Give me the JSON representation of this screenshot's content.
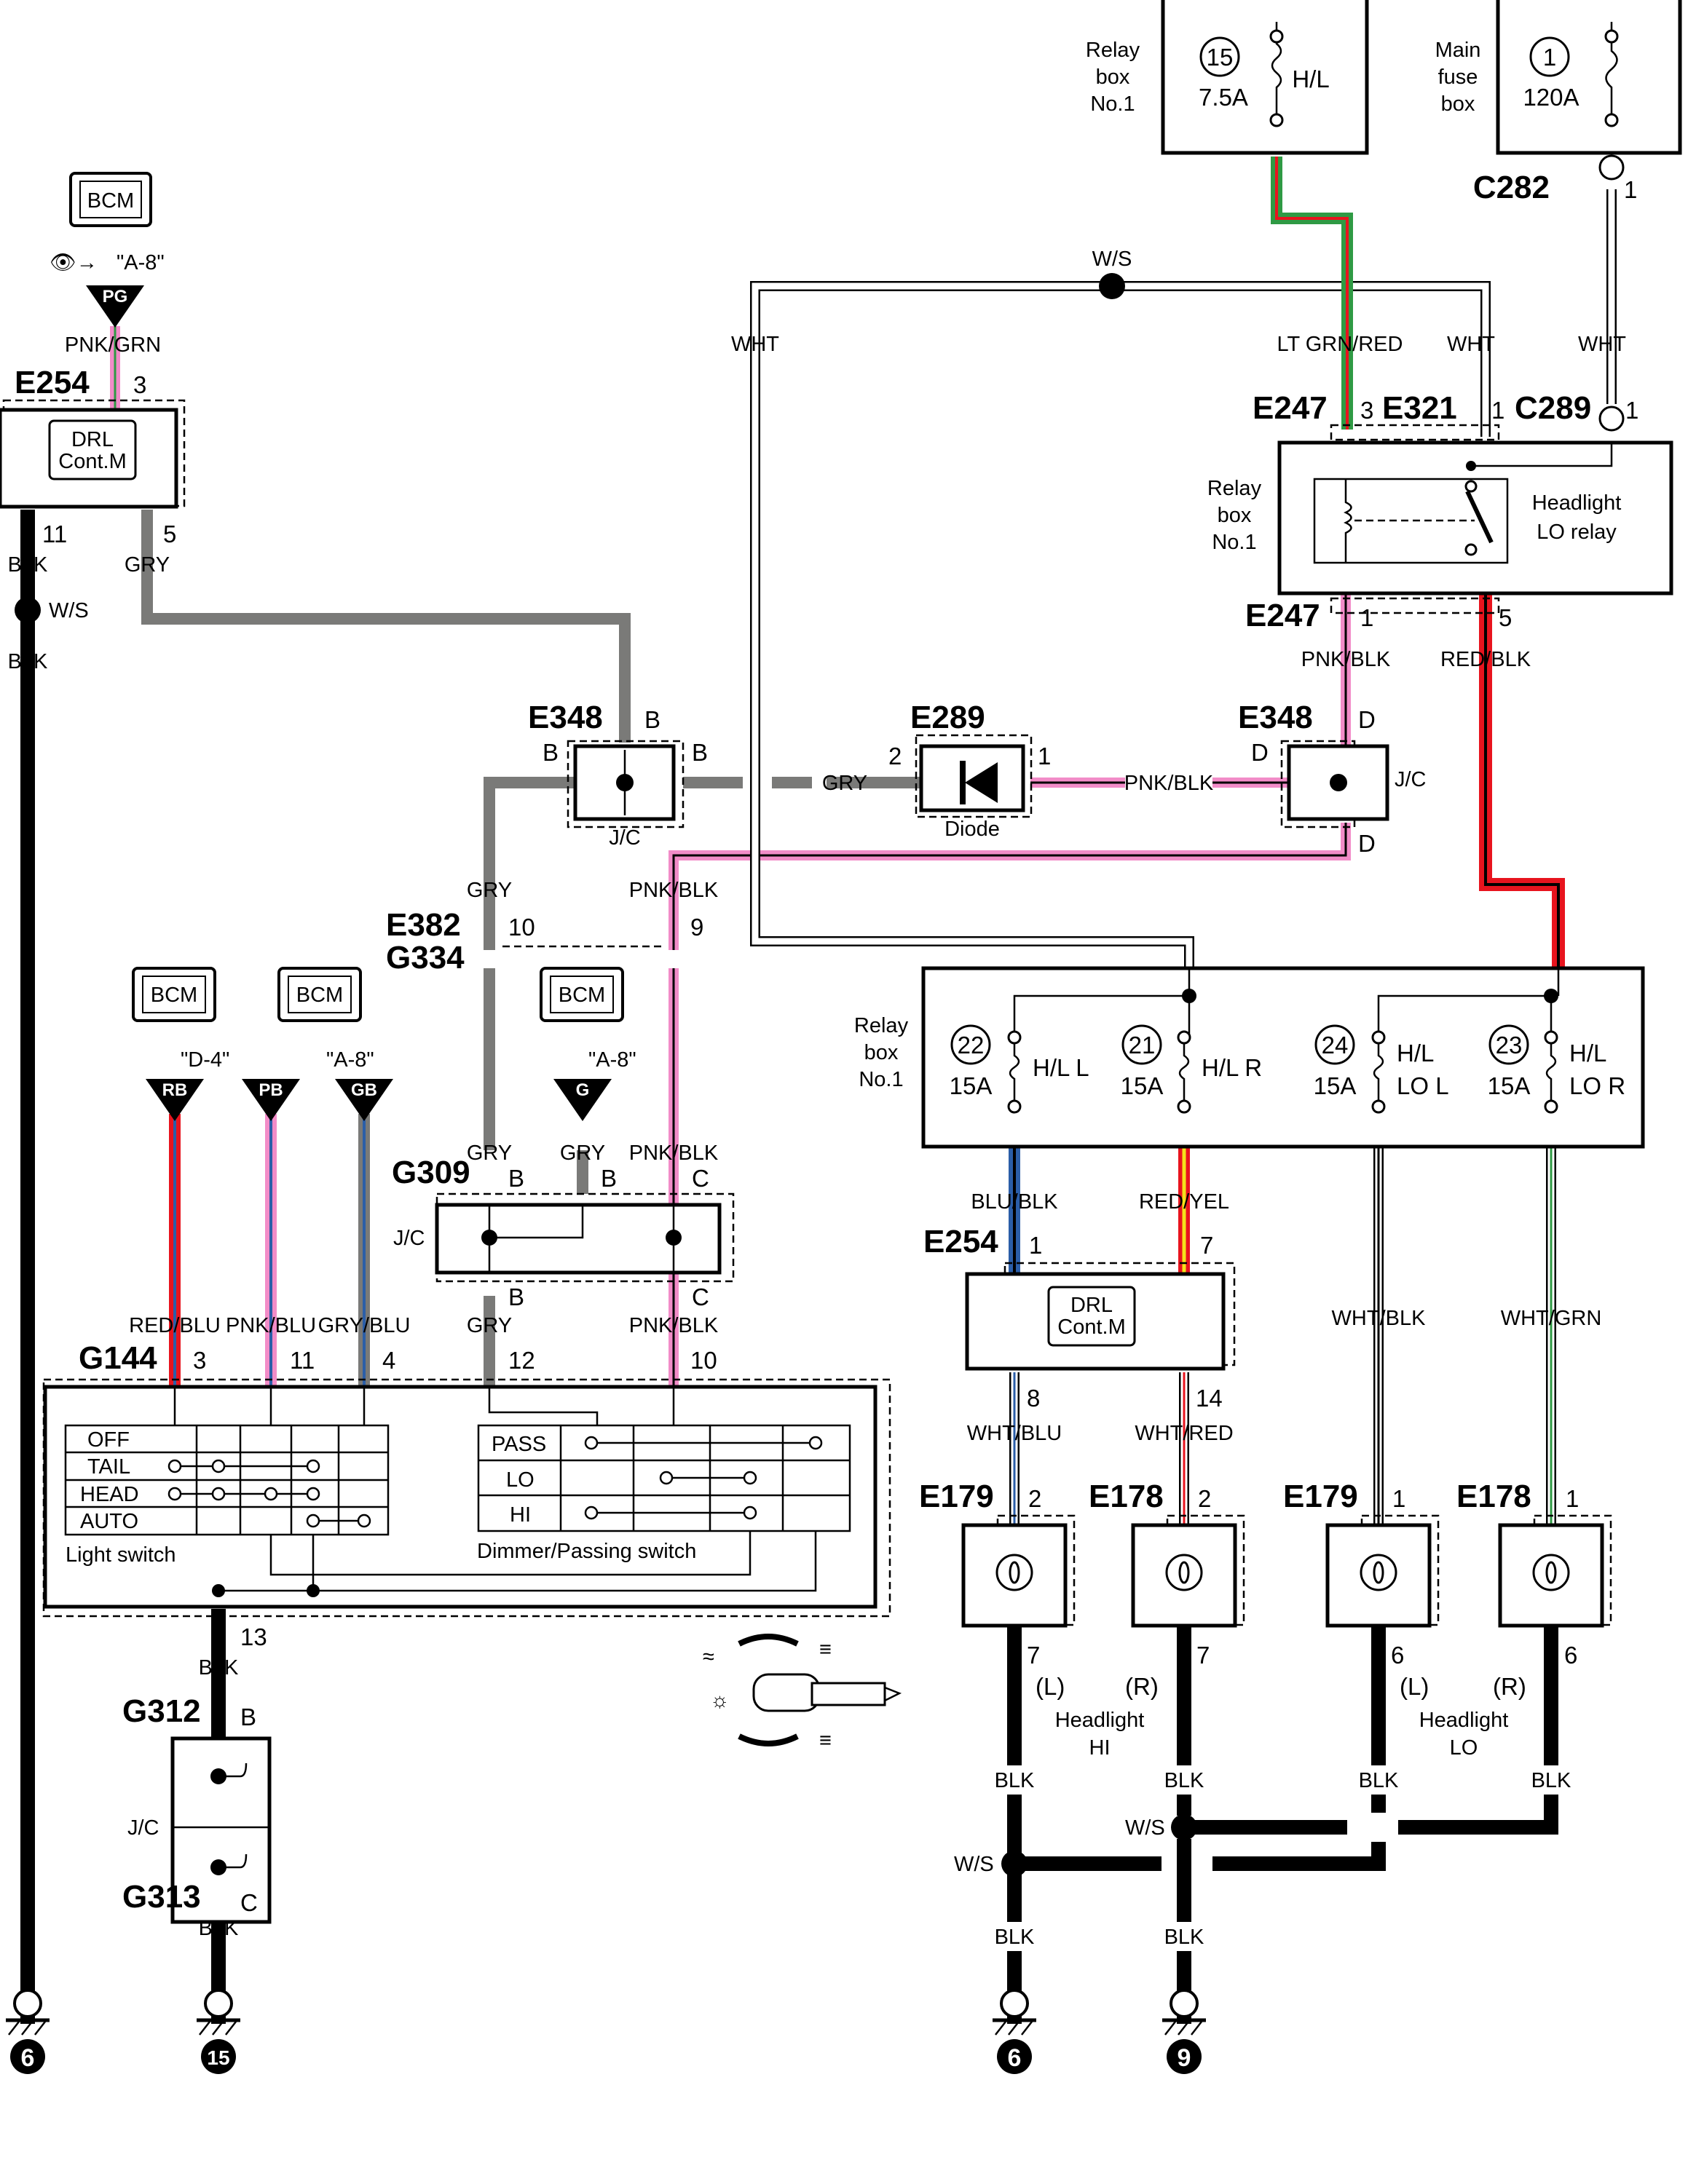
{
  "colors": {
    "wire_blk": "#000000",
    "wire_gry": "#7a7a78",
    "wire_pnk": "#f28cc8",
    "wire_red": "#e8141e",
    "wire_grn": "#2f9a44",
    "wire_blu": "#2b5ea8",
    "wire_yel": "#f5e31a"
  },
  "top": {
    "relay_box": {
      "label": "Relay\nbox\nNo.1",
      "fuse_no": "15",
      "amp": "7.5A",
      "name": "H/L"
    },
    "main_fuse": {
      "label": "Main\nfuse\nbox",
      "fuse_no": "1",
      "amp": "120A"
    },
    "c282": {
      "id": "C282",
      "pin": "1"
    },
    "c289": {
      "id": "C289",
      "pin": "1"
    },
    "splice_ws": "W/S",
    "wire_wht_left": "WHT",
    "wire_ltgrn": "LT GRN/RED",
    "wire_wht_mid": "WHT",
    "wire_wht_right": "WHT"
  },
  "left": {
    "bcm": "BCM",
    "bcm_ref": "\"A-8\"",
    "bcm_term": "PG",
    "wire_pg": "PNK/GRN",
    "e254_id": "E254",
    "e254_pin3": "3",
    "drl": "DRL\nCont.M",
    "pin11": "11",
    "pin5": "5",
    "wire_blk1": "BLK",
    "wire_gry1": "GRY",
    "ws": "W/S",
    "wire_blk2": "BLK",
    "ground": "6"
  },
  "relay_lo": {
    "e247_top": "E247",
    "e247_pin3": "3",
    "e321": "E321",
    "e321_pin1": "1",
    "box_label": "Relay\nbox\nNo.1",
    "relay_label": "Headlight\nLO relay",
    "e247_bot": "E247",
    "pin1": "1",
    "pin5": "5",
    "wire_pnkblk": "PNK/BLK",
    "wire_redblk": "RED/BLK"
  },
  "middle": {
    "e348_left": "E348",
    "b_top": "B",
    "b_left": "B",
    "b_right": "B",
    "jc_left": "J/C",
    "gry_mid": "GRY",
    "e289": "E289",
    "diode_pin2": "2",
    "diode_pin1": "1",
    "diode_label": "Diode",
    "wire_pnkblk": "PNK/BLK",
    "e348_right": "E348",
    "d_top": "D",
    "d_left": "D",
    "d_bot": "D",
    "jc_right": "J/C",
    "gry_down": "GRY",
    "pnkblk_down": "PNK/BLK",
    "e382": "E382",
    "g334": "G334",
    "pin10": "10",
    "pin9": "9"
  },
  "bcm_group": {
    "bcm": "BCM",
    "ref_d4": "\"D-4\"",
    "ref_a8": "\"A-8\"",
    "ref_a8b": "\"A-8\"",
    "rb": "RB",
    "pb": "PB",
    "gb": "GB",
    "g": "G"
  },
  "g309": {
    "id": "G309",
    "b1": "B",
    "b2": "B",
    "c": "C",
    "jc": "J/C",
    "gry1": "GRY",
    "gry2": "GRY",
    "pnkblk": "PNK/BLK",
    "b_bot": "B",
    "c_bot": "C"
  },
  "switch": {
    "wire_redblu": "RED/BLU",
    "wire_pnkblu": "PNK/BLU",
    "wire_grybl": "GRY/BLU",
    "wire_gry": "GRY",
    "wire_pnkblk": "PNK/BLK",
    "g144": "G144",
    "pins": [
      "3",
      "11",
      "4",
      "12",
      "10"
    ],
    "light_rows": [
      "OFF",
      "TAIL",
      "HEAD",
      "AUTO"
    ],
    "light_label": "Light switch",
    "dimmer_rows": [
      "PASS",
      "LO",
      "HI"
    ],
    "dimmer_label": "Dimmer/Passing switch",
    "pin13": "13",
    "wire_blk": "BLK"
  },
  "g312": {
    "g312": "G312",
    "b": "B",
    "jc": "J/C",
    "g313": "G313",
    "c": "C",
    "wire_blk": "BLK",
    "ground": "15"
  },
  "relay_bottom": {
    "label": "Relay\nbox\nNo.1",
    "fuses": [
      {
        "no": "22",
        "amp": "15A",
        "name": "H/L L"
      },
      {
        "no": "21",
        "amp": "15A",
        "name": "H/L R"
      },
      {
        "no": "24",
        "amp": "15A",
        "name": "H/L\nLO L"
      },
      {
        "no": "23",
        "amp": "15A",
        "name": "H/L\nLO R"
      }
    ]
  },
  "right_bottom": {
    "wire_blublk": "BLU/BLK",
    "wire_redyel": "RED/YEL",
    "e254": "E254",
    "pin1": "1",
    "pin7": "7",
    "drl": "DRL\nCont.M",
    "pin8": "8",
    "pin14": "14",
    "wire_whtblu": "WHT/BLU",
    "wire_whtred": "WHT/RED",
    "wire_whtblk": "WHT/BLK",
    "wire_whtgrn": "WHT/GRN",
    "connectors": [
      {
        "id": "E179",
        "pin": "2",
        "gpin": "7",
        "side": "(L)"
      },
      {
        "id": "E178",
        "pin": "2",
        "gpin": "7",
        "side": "(R)"
      },
      {
        "id": "E179",
        "pin": "1",
        "gpin": "6",
        "side": "(L)"
      },
      {
        "id": "E178",
        "pin": "1",
        "gpin": "6",
        "side": "(R)"
      }
    ],
    "hi_label": "Headlight\nHI",
    "lo_label": "Headlight\nLO",
    "wire_blk": "BLK",
    "ws1": "W/S",
    "ws2": "W/S",
    "ground_l": "6",
    "ground_r": "9"
  }
}
